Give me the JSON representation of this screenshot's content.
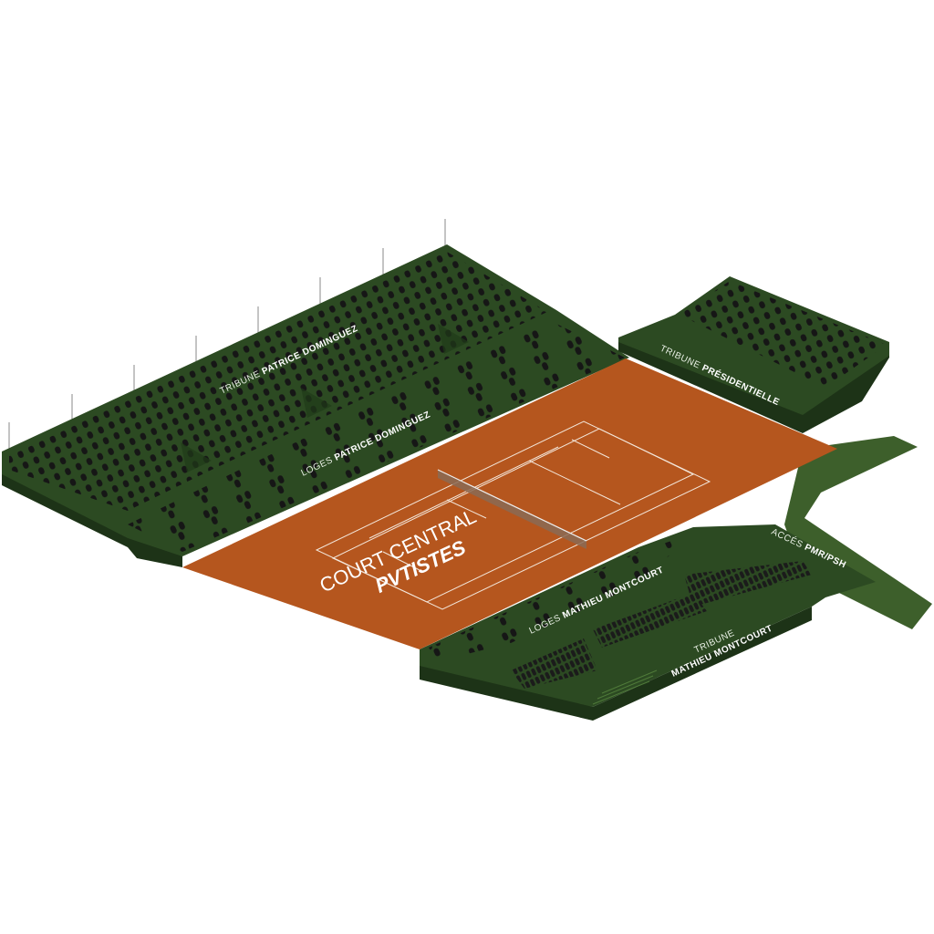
{
  "court": {
    "title_line1": "COURT CENTRAL",
    "title_line2": "PVTISTES",
    "color": "#b5561e"
  },
  "zones": {
    "tribune_dominguez": {
      "prefix": "TRIBUNE",
      "name": "PATRICE DOMINGUEZ"
    },
    "loges_dominguez": {
      "prefix": "LOGES",
      "name": "PATRICE DOMINGUEZ"
    },
    "tribune_presidentielle": {
      "prefix": "TRIBUNE",
      "name": "PRÉSIDENTIELLE"
    },
    "loges_montcourt": {
      "prefix": "LOGES",
      "name": "MATHIEU MONTCOURT"
    },
    "tribune_montcourt": {
      "prefix": "TRIBUNE",
      "name": "MATHIEU MONTCOURT"
    },
    "acces": {
      "prefix": "ACCÉS",
      "name": "PMR/PSH"
    }
  },
  "colors": {
    "stand": "#2c4a22",
    "stand_dark": "#1d3317",
    "path": "#3d5f2b",
    "seat": "#1a1a1a"
  }
}
